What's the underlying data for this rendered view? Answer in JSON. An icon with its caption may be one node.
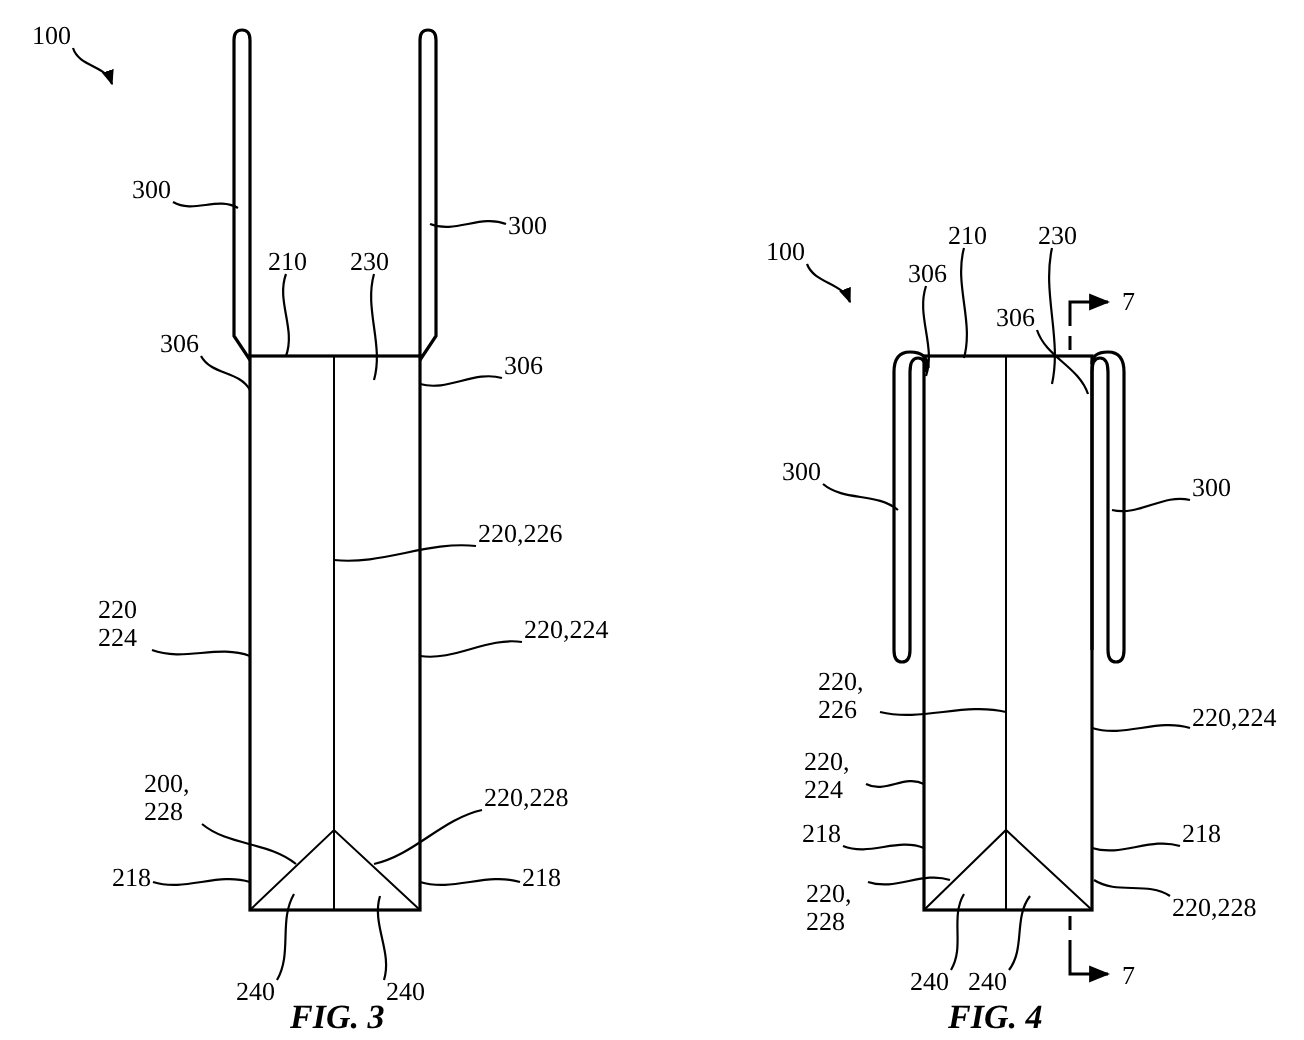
{
  "diagram": {
    "nodes": [
      {
        "text": [
          "100"
        ]
      },
      {
        "text": [
          "300"
        ]
      },
      {
        "text": [
          "300"
        ]
      },
      {
        "text": [
          "210"
        ]
      },
      {
        "text": [
          "230"
        ]
      },
      {
        "text": [
          "306"
        ]
      },
      {
        "text": [
          "306"
        ]
      },
      {
        "text": [
          "220,226"
        ]
      },
      {
        "text": [
          "220 224"
        ]
      },
      {
        "text": [
          "220,224"
        ]
      },
      {
        "text": [
          "200, 228"
        ]
      },
      {
        "text": [
          "220,228"
        ]
      },
      {
        "text": [
          "218"
        ]
      },
      {
        "text": [
          "218"
        ]
      },
      {
        "text": [
          "240"
        ]
      },
      {
        "text": [
          "240"
        ]
      },
      {
        "text": [
          "100"
        ]
      },
      {
        "text": [
          "306"
        ]
      },
      {
        "text": [
          "210"
        ]
      },
      {
        "text": [
          "230"
        ]
      },
      {
        "text": [
          "306"
        ]
      },
      {
        "text": [
          "300"
        ]
      },
      {
        "text": [
          "300"
        ]
      },
      {
        "text": [
          "220, 226"
        ]
      },
      {
        "text": [
          "220,224"
        ]
      },
      {
        "text": [
          "220, 224"
        ]
      },
      {
        "text": [
          "218"
        ]
      },
      {
        "text": [
          "218"
        ]
      },
      {
        "text": [
          "220, 228"
        ]
      },
      {
        "text": [
          "220,228"
        ]
      },
      {
        "text": [
          "240"
        ]
      },
      {
        "text": [
          "240"
        ]
      }
    ],
    "edges": [
      {
        "from": 0,
        "to": null,
        "arrow": "to"
      },
      {
        "from": 1,
        "to": null,
        "arrow": "none"
      },
      {
        "from": 2,
        "to": null,
        "arrow": "none"
      },
      {
        "from": 3,
        "to": null,
        "arrow": "none"
      },
      {
        "from": 4,
        "to": null,
        "arrow": "none"
      },
      {
        "from": 5,
        "to": null,
        "arrow": "none"
      },
      {
        "from": 6,
        "to": null,
        "arrow": "none"
      },
      {
        "from": 7,
        "to": null,
        "arrow": "none"
      },
      {
        "from": 8,
        "to": null,
        "arrow": "none"
      },
      {
        "from": 9,
        "to": null,
        "arrow": "none"
      },
      {
        "from": 10,
        "to": null,
        "arrow": "none"
      },
      {
        "from": 11,
        "to": null,
        "arrow": "none"
      },
      {
        "from": 12,
        "to": null,
        "arrow": "none"
      },
      {
        "from": 13,
        "to": null,
        "arrow": "none"
      },
      {
        "from": 14,
        "to": null,
        "arrow": "none"
      },
      {
        "from": 15,
        "to": null,
        "arrow": "none"
      },
      {
        "from": 16,
        "to": null,
        "arrow": "to"
      },
      {
        "from": 17,
        "to": null,
        "arrow": "none"
      },
      {
        "from": 18,
        "to": null,
        "arrow": "none"
      },
      {
        "from": 19,
        "to": null,
        "arrow": "none"
      },
      {
        "from": 20,
        "to": null,
        "arrow": "none"
      },
      {
        "from": 21,
        "to": null,
        "arrow": "none"
      },
      {
        "from": 22,
        "to": null,
        "arrow": "none"
      },
      {
        "from": 23,
        "to": null,
        "arrow": "none"
      },
      {
        "from": 24,
        "to": null,
        "arrow": "none"
      },
      {
        "from": 25,
        "to": null,
        "arrow": "none"
      },
      {
        "from": 26,
        "to": null,
        "arrow": "none"
      },
      {
        "from": 27,
        "to": null,
        "arrow": "none"
      },
      {
        "from": 28,
        "to": null,
        "arrow": "none"
      },
      {
        "from": 29,
        "to": null,
        "arrow": "none"
      },
      {
        "from": 30,
        "to": null,
        "arrow": "none"
      },
      {
        "from": 31,
        "to": null,
        "arrow": "none"
      }
    ],
    "labels": [
      "7",
      "FIG. 3",
      "FIG. 4",
      "7"
    ]
  }
}
